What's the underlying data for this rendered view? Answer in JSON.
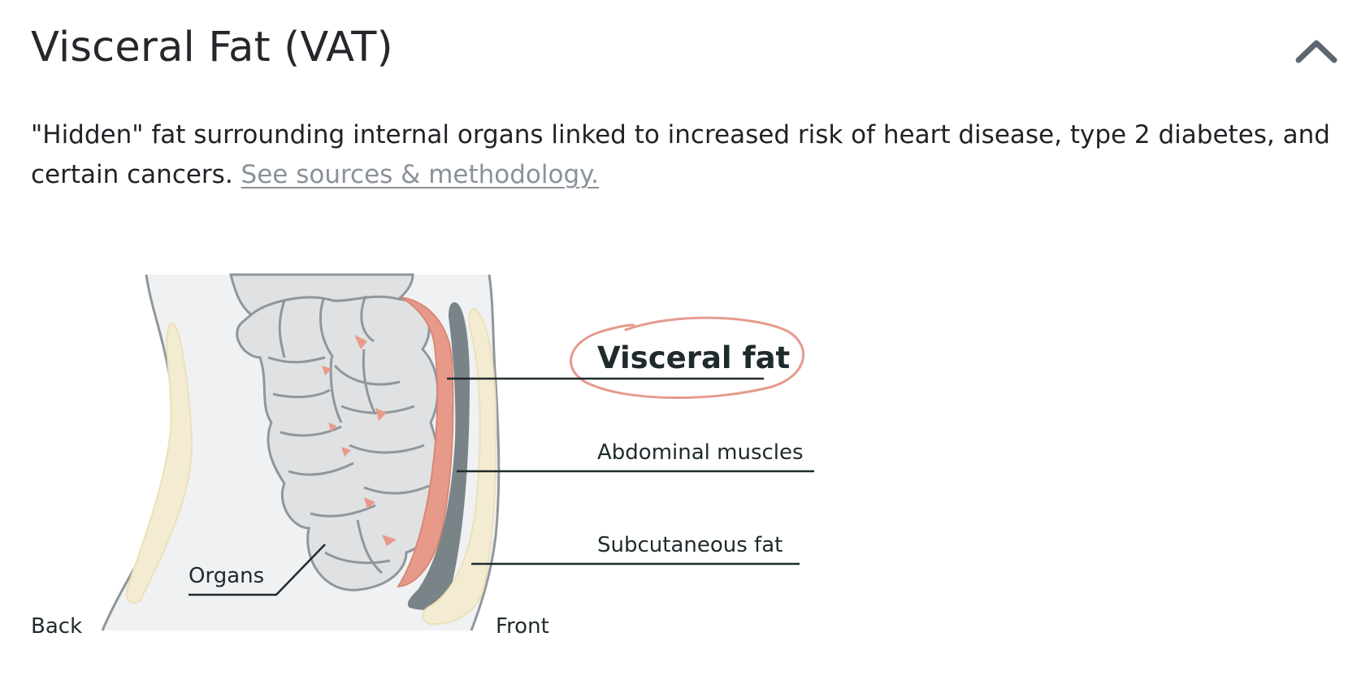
{
  "header": {
    "title": "Visceral Fat (VAT)",
    "collapse_icon": "chevron-up-icon"
  },
  "description": {
    "text": "\"Hidden\" fat surrounding internal organs linked to increased risk of heart disease, type 2 diabetes, and certain cancers. ",
    "link_text": "See sources & methodology."
  },
  "diagram": {
    "labels": {
      "visceral_fat": "Visceral fat",
      "abdominal_muscles": "Abdominal muscles",
      "subcutaneous_fat": "Subcutaneous fat",
      "organs": "Organs",
      "back": "Back",
      "front": "Front"
    },
    "colors": {
      "body_fill": "#eff1f3",
      "outline": "#8f979c",
      "organ_fill": "#dfe1e3",
      "visceral_fat": "#e89a8a",
      "muscle": "#7a8388",
      "subcutaneous_fat": "#f4ecd2",
      "highlight_ring": "#e59b8e"
    }
  }
}
